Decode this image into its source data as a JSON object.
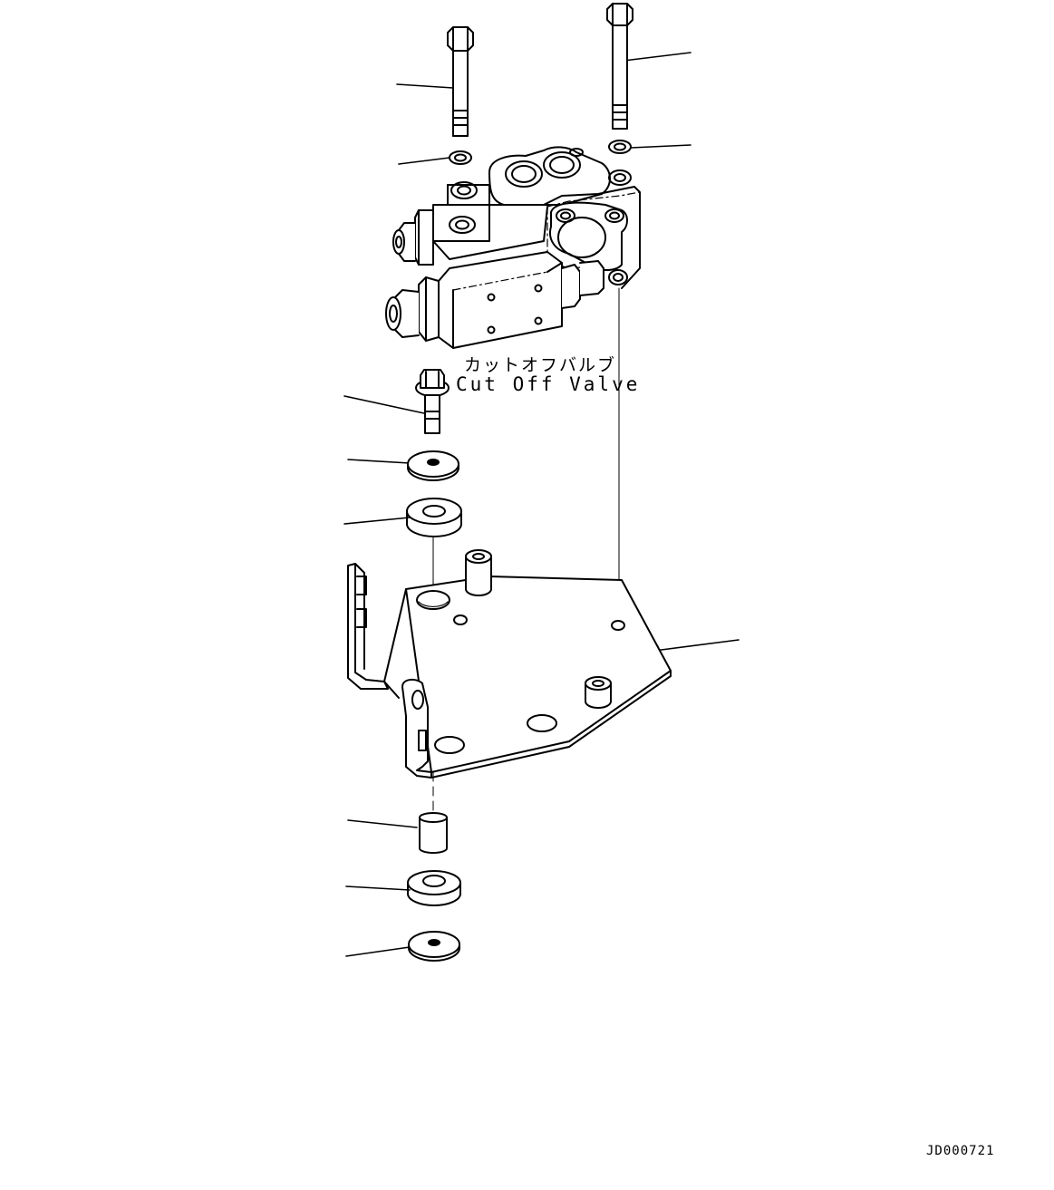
{
  "diagram": {
    "callout_text_jp": "カットオフバルブ",
    "callout_text_en": "Cut Off Valve",
    "drawing_code": "JD000721",
    "line_color": "#000000",
    "background_color": "#ffffff",
    "parts": [
      {
        "name": "bolt-long-left"
      },
      {
        "name": "bolt-long-right"
      },
      {
        "name": "washer-small-left"
      },
      {
        "name": "washer-small-right"
      },
      {
        "name": "cut-off-valve"
      },
      {
        "name": "flange-bolt"
      },
      {
        "name": "washer-flat-upper"
      },
      {
        "name": "cushion-rubber-upper"
      },
      {
        "name": "mounting-bracket"
      },
      {
        "name": "collar"
      },
      {
        "name": "cushion-rubber-lower"
      },
      {
        "name": "washer-flat-lower"
      }
    ]
  }
}
